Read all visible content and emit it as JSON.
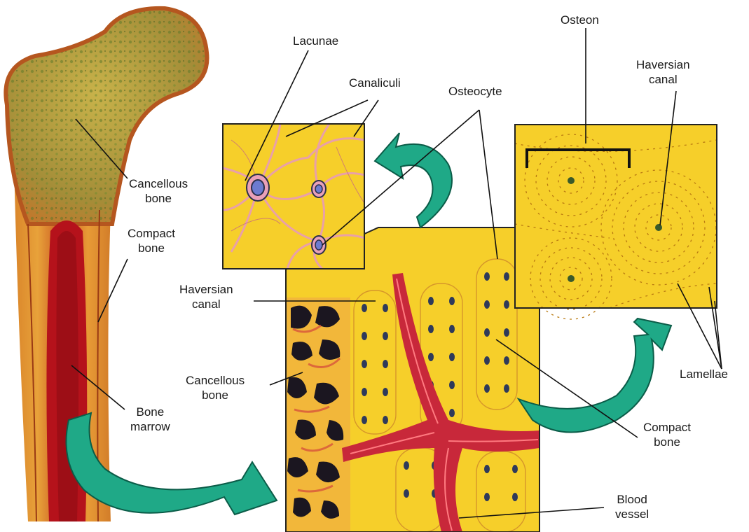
{
  "labels": {
    "osteon": "Osteon",
    "lacunae": "Lacunae",
    "canaliculi": "Canaliculi",
    "osteocyte": "Osteocyte",
    "haversian_canal_right": [
      "Haversian",
      "canal"
    ],
    "cancellous_bone_left": [
      "Cancellous",
      "bone"
    ],
    "compact_bone_left": [
      "Compact",
      "bone"
    ],
    "haversian_canal_center": [
      "Haversian",
      "canal"
    ],
    "cancellous_bone_center": [
      "Cancellous",
      "bone"
    ],
    "bone_marrow": [
      "Bone",
      "marrow"
    ],
    "lamellae": "Lamellae",
    "compact_bone_right": [
      "Compact",
      "bone"
    ],
    "blood_vessel": [
      "Blood",
      "vessel"
    ]
  },
  "colors": {
    "bone_yellow": "#f5c81e",
    "bone_light": "#fbe46a",
    "marrow_red": "#b5121b",
    "arrow_green": "#1fa987",
    "vessel_red": "#c8283a",
    "cell_dark": "#2b2f4a"
  }
}
